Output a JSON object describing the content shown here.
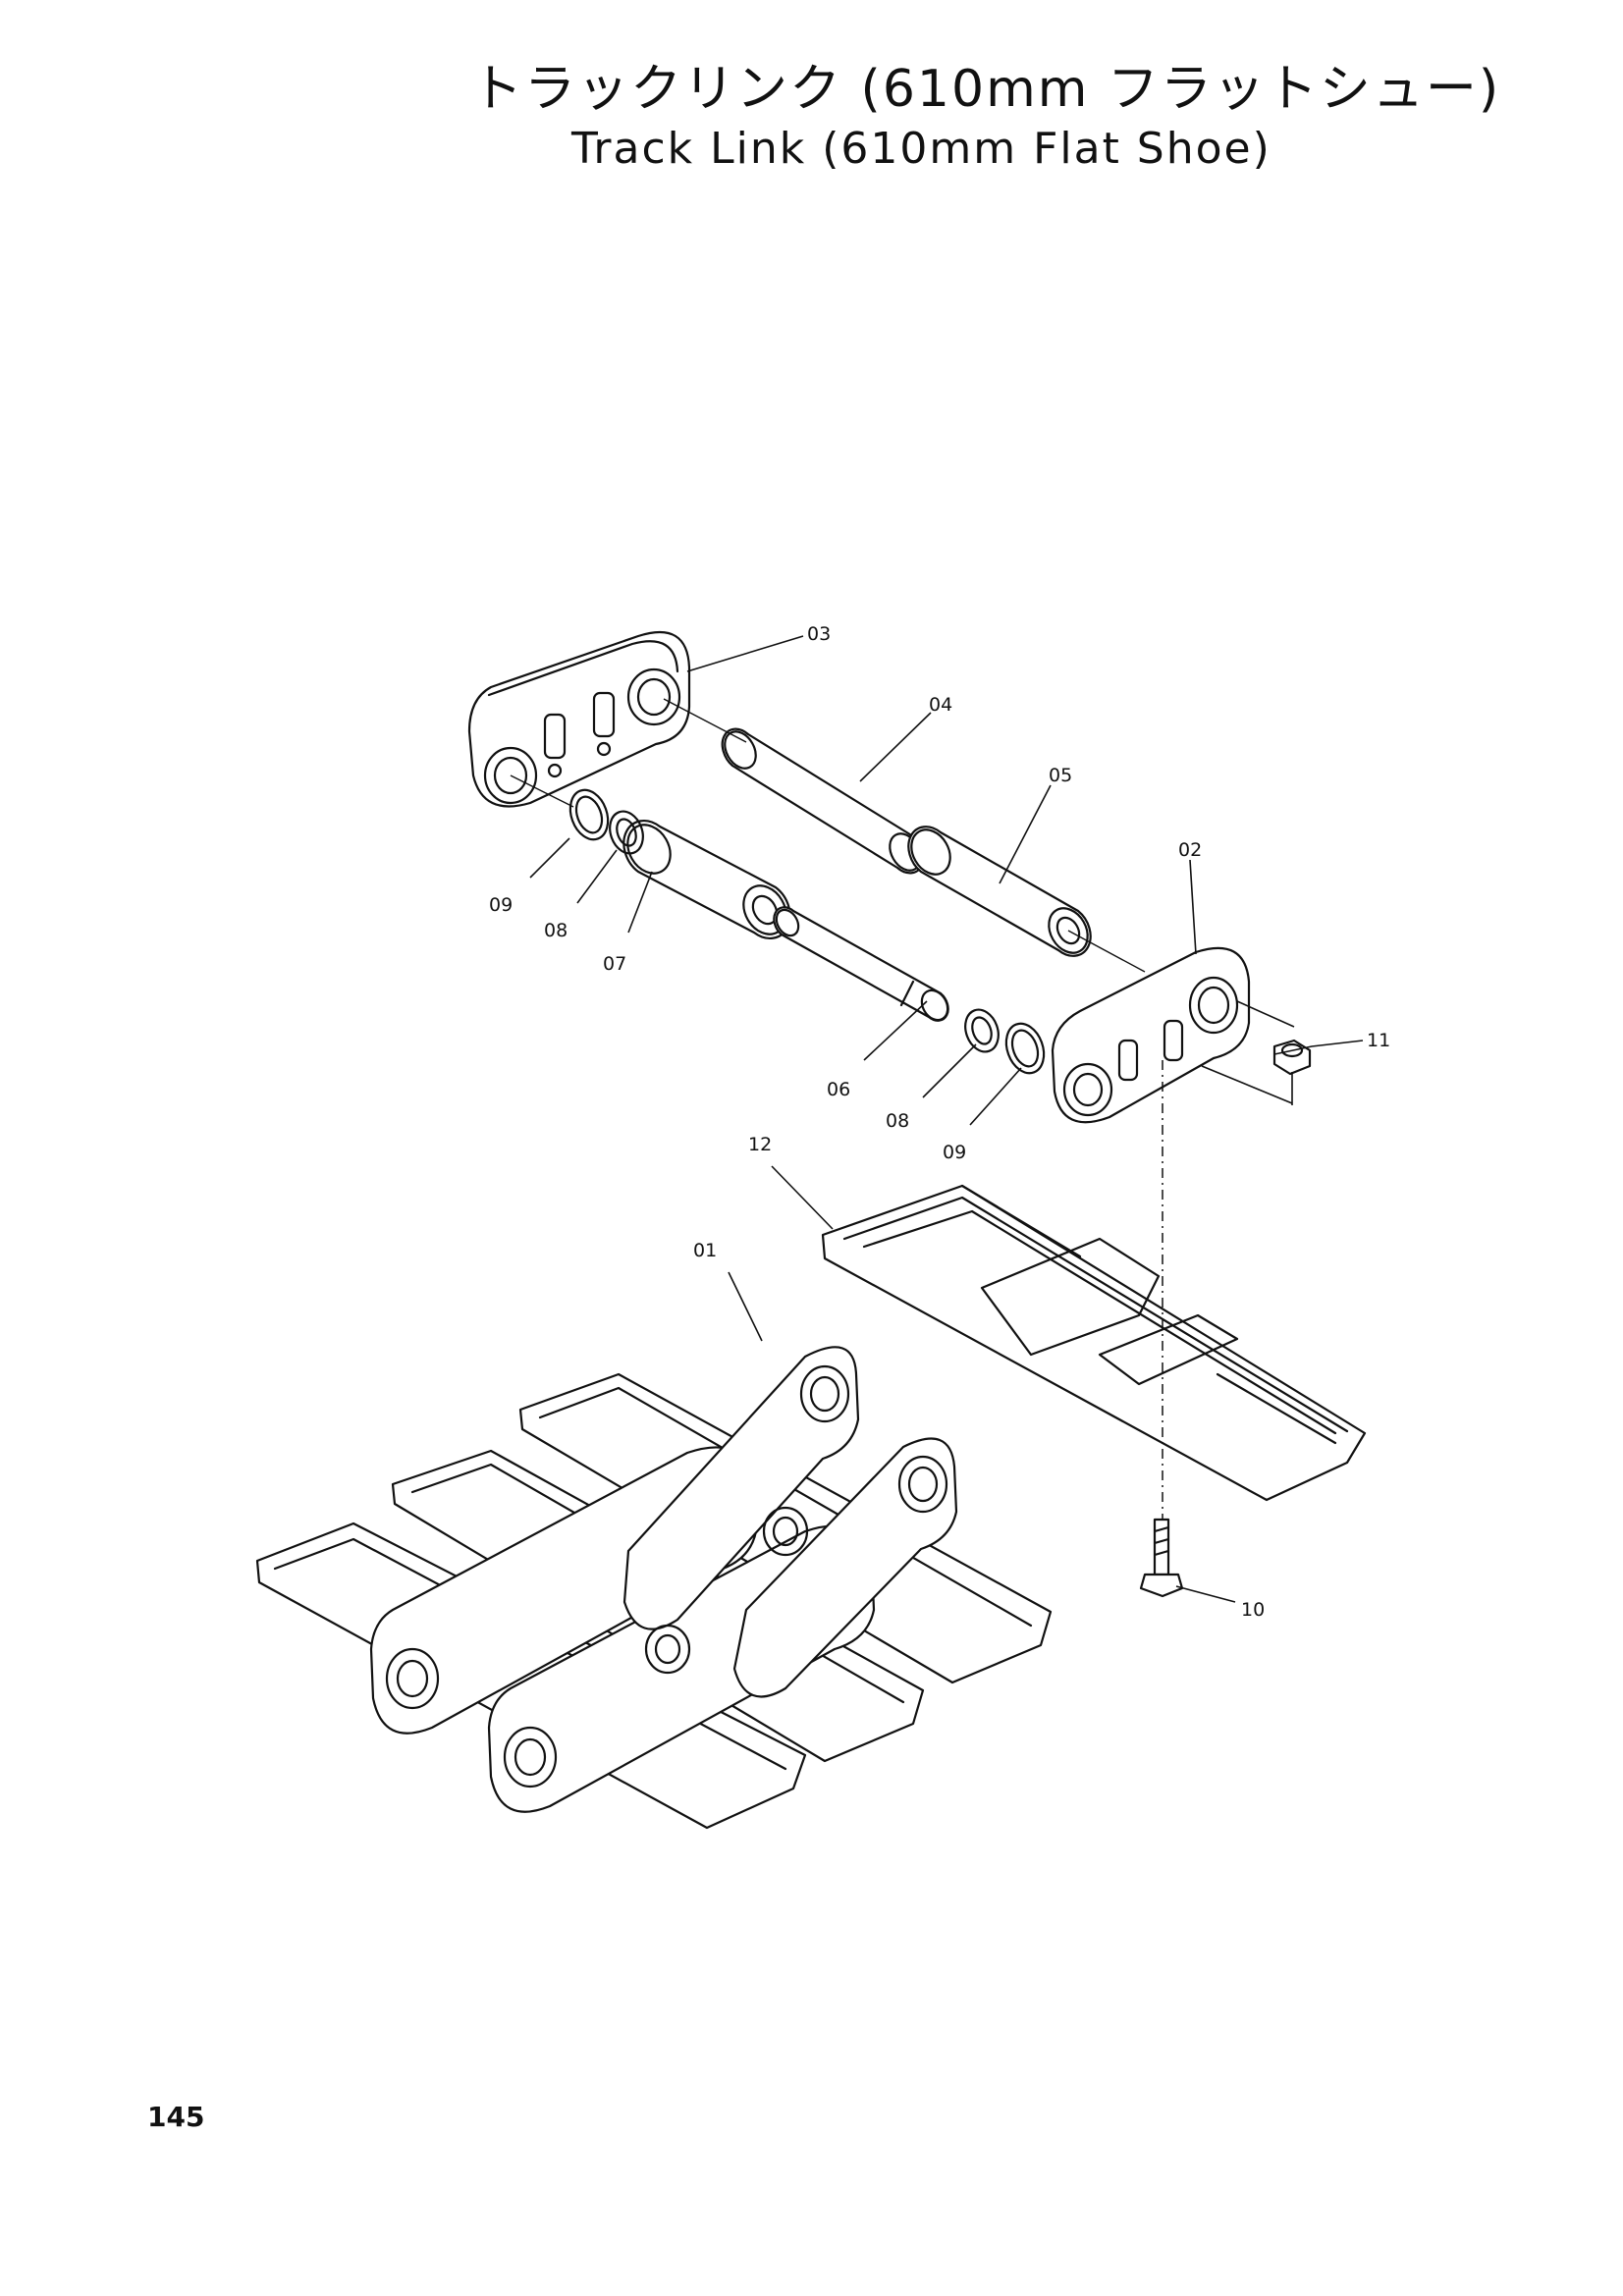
{
  "title": {
    "japanese": "トラックリンク (610mm フラットシュー)",
    "english": "Track Link (610mm Flat Shoe)"
  },
  "callouts": {
    "c01": "01",
    "c02": "02",
    "c03": "03",
    "c04": "04",
    "c05": "05",
    "c06": "06",
    "c07": "07",
    "c08a": "08",
    "c08b": "08",
    "c09a": "09",
    "c09b": "09",
    "c10": "10",
    "c11": "11",
    "c12": "12"
  },
  "page_number": "145",
  "colors": {
    "line": "#111111",
    "paper": "#ffffff"
  }
}
